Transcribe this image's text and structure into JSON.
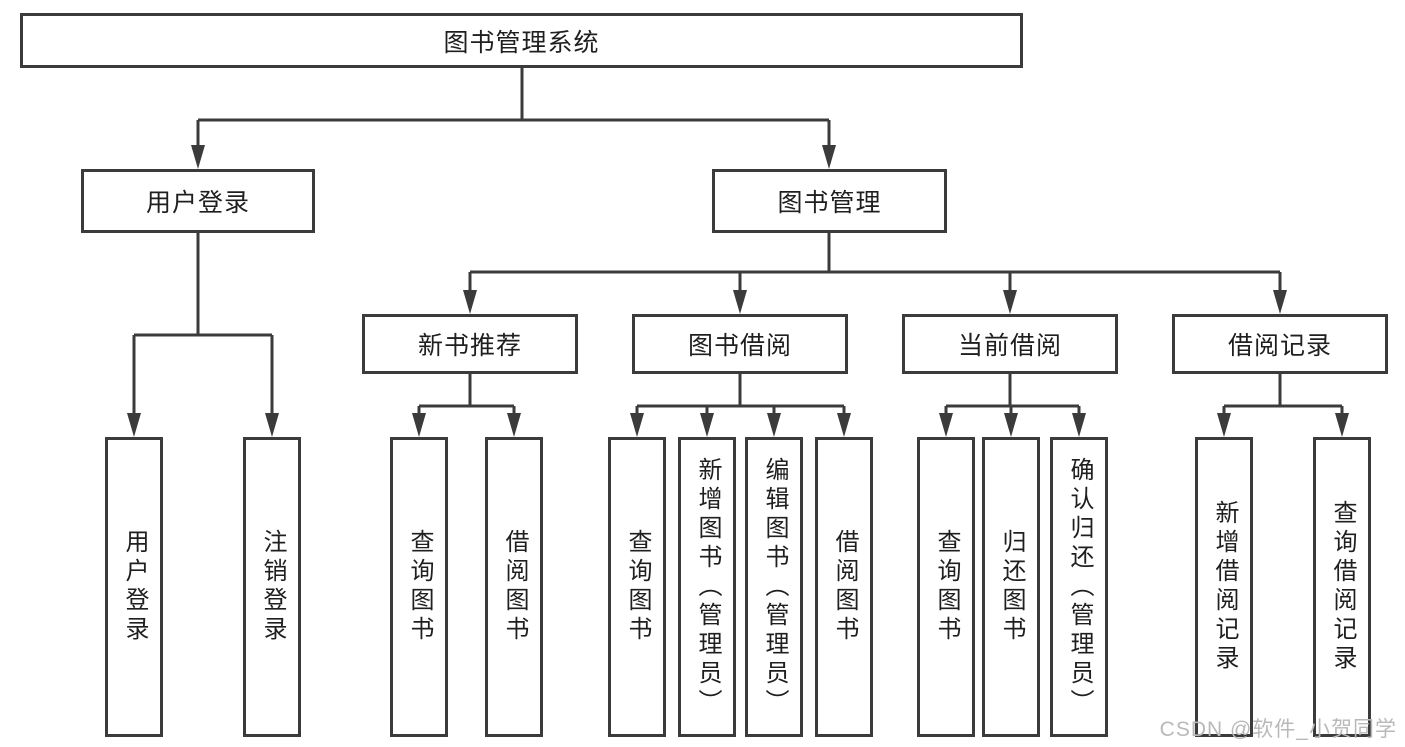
{
  "tree": {
    "label": "图书管理系统",
    "children": [
      {
        "label": "用户登录",
        "children": [
          {
            "label": "用户登录"
          },
          {
            "label": "注销登录"
          }
        ]
      },
      {
        "label": "图书管理",
        "children": [
          {
            "label": "新书推荐",
            "children": [
              {
                "label": "查询图书"
              },
              {
                "label": "借阅图书"
              }
            ]
          },
          {
            "label": "图书借阅",
            "children": [
              {
                "label": "查询图书"
              },
              {
                "label": "新增图书（管理员）"
              },
              {
                "label": "编辑图书（管理员）"
              },
              {
                "label": "借阅图书"
              }
            ]
          },
          {
            "label": "当前借阅",
            "children": [
              {
                "label": "查询图书"
              },
              {
                "label": "归还图书"
              },
              {
                "label": "确认归还（管理员）"
              }
            ]
          },
          {
            "label": "借阅记录",
            "children": [
              {
                "label": "新增借阅记录"
              },
              {
                "label": "查询借阅记录"
              }
            ]
          }
        ]
      }
    ]
  },
  "watermark": {
    "text": "CSDN @软件_小贺同学"
  },
  "colors": {
    "line": "#3b3b3b",
    "box_border": "#3b3b3b",
    "box_background": "#ffffff",
    "text": "#1f1f1f",
    "page_background": "#ffffff",
    "watermark": "#b9b9b9"
  }
}
